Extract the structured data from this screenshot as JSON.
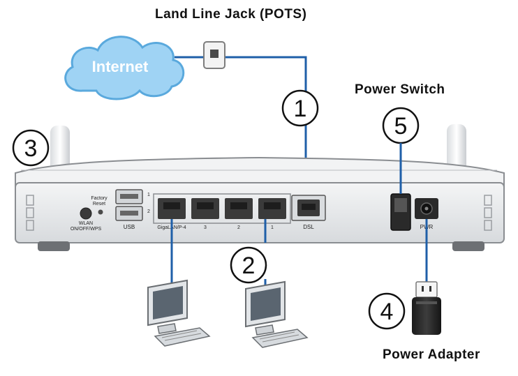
{
  "labels": {
    "land_line_jack": "Land Line Jack (POTS)",
    "power_switch": "Power Switch",
    "power_adapter": "Power Adapter",
    "internet": "Internet"
  },
  "callouts": [
    "1",
    "2",
    "3",
    "4",
    "5"
  ],
  "panel": {
    "factory_reset_line1": "Factory",
    "factory_reset_line2": "Reset",
    "wlan_line1": "WLAN",
    "wlan_line2": "ON/OFF/WPS",
    "usb": "USB",
    "usb_port1": "1",
    "usb_port2": "2",
    "lan_ports": [
      "GigaLAN/P-4",
      "3",
      "2",
      "1"
    ],
    "dsl": "DSL",
    "pwr": "PWR"
  },
  "colors": {
    "cable": "#1f5fa8",
    "router_body": "#e9ebed",
    "cloud": "#9fd3f4",
    "port": "#3a3a3a"
  }
}
